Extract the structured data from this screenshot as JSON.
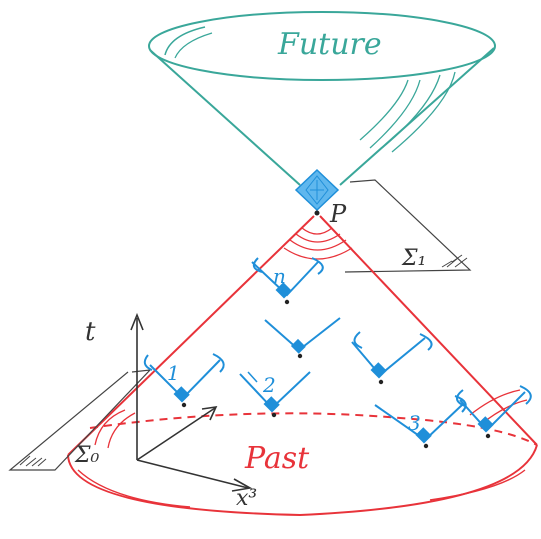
{
  "labels": {
    "future": "Future",
    "past": "Past",
    "event_point": "P",
    "sigma_1": "Σ₁",
    "sigma_0": "Σ₀",
    "time_axis": "t",
    "space_axis": "x³",
    "observer_n": "n",
    "observer_1": "1",
    "observer_2": "2",
    "observer_3": "3"
  },
  "colors": {
    "future_cone": "#3aa79a",
    "past_cone": "#e8333a",
    "observers": "#1f8fd9",
    "axes_and_planes": "#333333",
    "paper": "#ffffff"
  }
}
